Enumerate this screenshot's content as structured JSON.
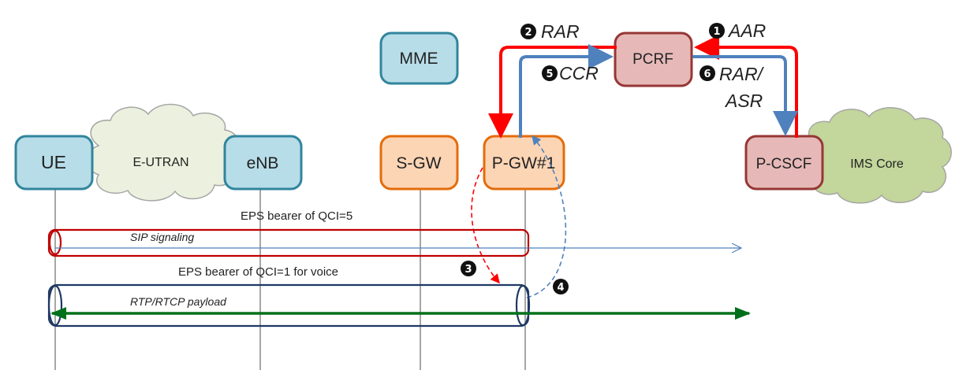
{
  "nodes": {
    "ue": "UE",
    "enb": "eNB",
    "mme": "MME",
    "sgw": "S-GW",
    "pgw": "P-GW#1",
    "pcrf": "PCRF",
    "pcscf": "P-CSCF"
  },
  "clouds": {
    "eutran": "E-UTRAN",
    "ims": "IMS Core"
  },
  "messages": {
    "m1": {
      "num": "1",
      "label": "AAR"
    },
    "m2": {
      "num": "2",
      "label": "RAR"
    },
    "m3": {
      "num": "3"
    },
    "m4": {
      "num": "4"
    },
    "m5": {
      "num": "5",
      "label": "CCR"
    },
    "m6": {
      "num": "6",
      "label_line1": "RAR/",
      "label_line2": "ASR"
    }
  },
  "bearers": {
    "qci5_title": "EPS bearer of QCI=5",
    "qci5_flow": "SIP signaling",
    "qci1_title": "EPS bearer of QCI=1 for voice",
    "qci1_flow": "RTP/RTCP payload"
  },
  "colors": {
    "blue_fill": "#b7dde8",
    "blue_stroke": "#31859c",
    "orange_fill": "#fcd5b5",
    "orange_stroke": "#e46c0a",
    "red_fill": "#e6b9b8",
    "red_stroke": "#953735",
    "cloud_fill": "#ebf1de",
    "cloud_ims_fill": "#c3d69b",
    "red_arrow": "#ff0000",
    "blue_arrow": "#4f81bd",
    "green_arrow": "#00701a"
  }
}
